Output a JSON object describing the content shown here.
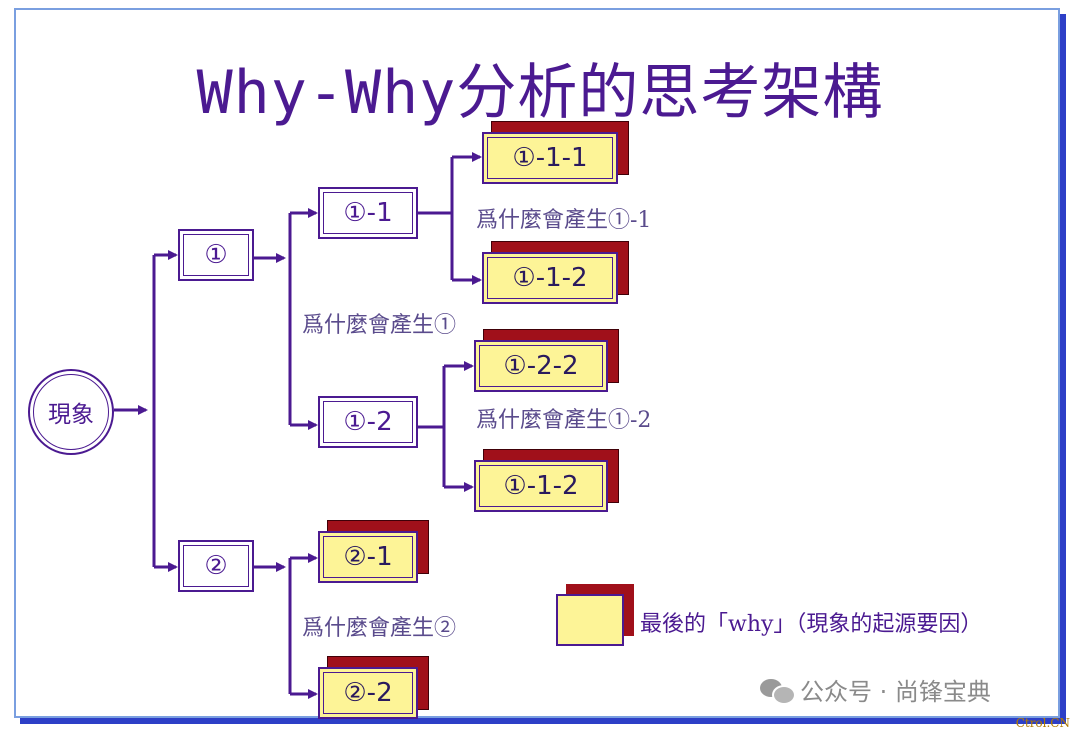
{
  "title": "Why-Why分析的思考架構",
  "root": {
    "label": "現象"
  },
  "nodes": {
    "n1": "①",
    "n2": "②",
    "n1_1": "①-1",
    "n1_2": "①-2",
    "n1_1_1": "①-1-1",
    "n1_1_2": "①-1-2",
    "n1_2_2": "①-2-2",
    "n1_2_x": "①-1-2",
    "n2_1": "②-1",
    "n2_2": "②-2"
  },
  "labels": {
    "why1": "爲什麼會產生①",
    "why2": "爲什麼會產生②",
    "why1_1": "爲什麼會產生①-1",
    "why1_2": "爲什麼會產生①-2"
  },
  "legend": {
    "text": "最後的「why」（現象的起源要因）"
  },
  "watermark": {
    "text": "公众号 · 尚锋宝典"
  },
  "corner_mark": "Ctrol.CN",
  "colors": {
    "line": "#4b1a91",
    "leaf_fill": "#fdf497",
    "shadow": "#a0101a",
    "frame_shadow": "#2d3fc7"
  }
}
